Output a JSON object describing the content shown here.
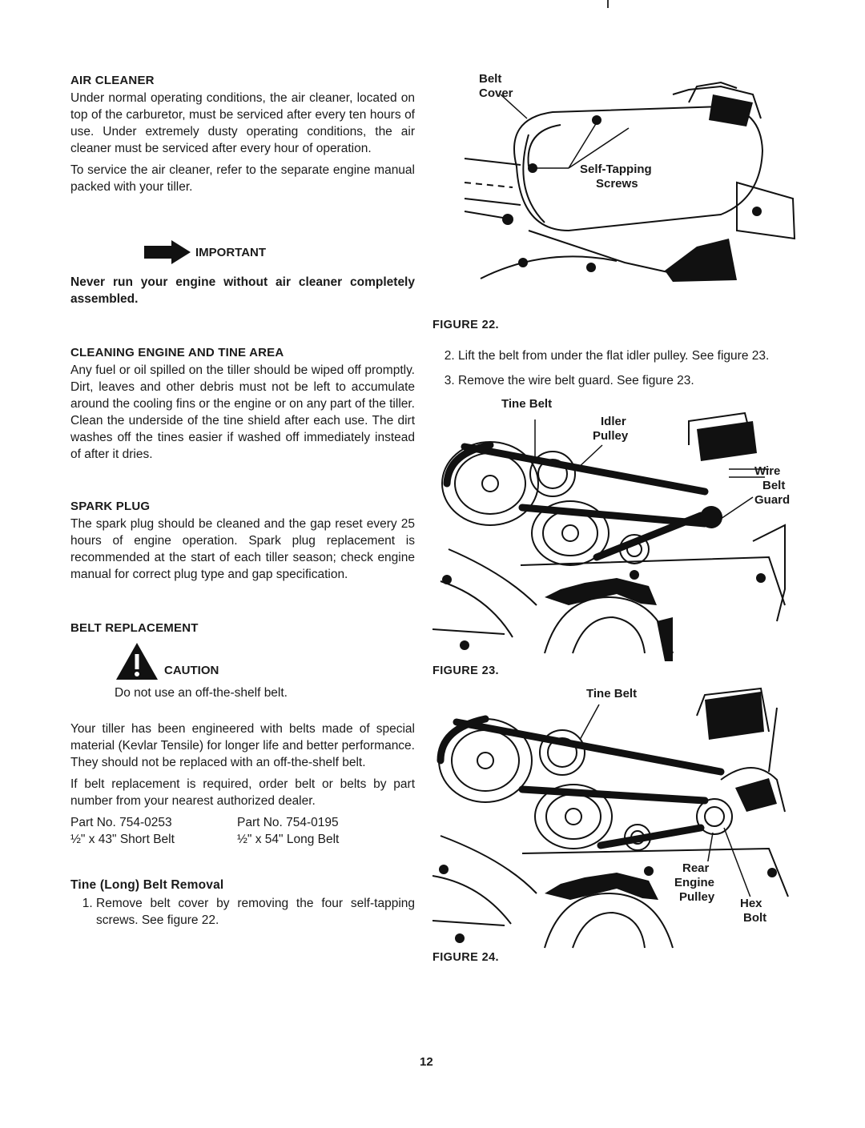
{
  "air_cleaner": {
    "heading": "AIR CLEANER",
    "p1": "Under normal operating conditions, the air cleaner, located on top of the carburetor, must be serviced after every ten hours of use. Under extremely dusty operating conditions, the air cleaner must be serviced after every hour of operation.",
    "p2": "To service the air cleaner, refer to the separate engine manual packed with your tiller."
  },
  "important": {
    "label": "IMPORTANT",
    "text": "Never run your engine without air cleaner completely assembled."
  },
  "cleaning": {
    "heading": "CLEANING ENGINE AND TINE AREA",
    "text": "Any fuel or oil spilled on the tiller should be wiped off promptly. Dirt, leaves and other debris must not be left to accumulate around the cooling fins or the engine or on any part of the tiller. Clean the underside of the tine shield after each use. The dirt washes off the tines easier if washed off immediately instead of after it dries."
  },
  "spark_plug": {
    "heading": "SPARK PLUG",
    "text": "The spark plug should be cleaned and the gap reset every 25 hours of engine operation. Spark plug replacement is recommended at the start of each tiller season; check engine manual for correct plug type and gap specification."
  },
  "belt_replacement": {
    "heading": "BELT REPLACEMENT",
    "caution_label": "CAUTION",
    "caution_text": "Do not use an off-the-shelf belt.",
    "p1": "Your tiller has been engineered with belts made of special material (Kevlar Tensile) for longer life and better performance. They should not be replaced with an off-the-shelf belt.",
    "p2": "If belt replacement is required, order belt or belts by part number from your nearest authorized dealer.",
    "parts": [
      {
        "part": "Part No. 754-0253",
        "desc": "½\" x 43\" Short Belt"
      },
      {
        "part": "Part No. 754-0195",
        "desc": "½\" x 54\" Long Belt"
      }
    ]
  },
  "tine_removal": {
    "heading": "Tine (Long) Belt Removal",
    "steps": [
      "Remove belt cover by removing the four self-tapping screws. See figure 22.",
      "Lift the belt from under the flat idler pulley. See figure 23.",
      "Remove the wire belt guard. See figure 23."
    ]
  },
  "figure22": {
    "label": "FIGURE 22.",
    "callout_belt_cover_1": "Belt",
    "callout_belt_cover_2": "Cover",
    "callout_screws_1": "Self-Tapping",
    "callout_screws_2": "Screws"
  },
  "figure23": {
    "label": "FIGURE 23.",
    "callout_tine_belt": "Tine Belt",
    "callout_idler_1": "Idler",
    "callout_idler_2": "Pulley",
    "callout_guard_1": "Wire",
    "callout_guard_2": "Belt",
    "callout_guard_3": "Guard"
  },
  "figure24": {
    "label": "FIGURE 24.",
    "callout_tine_belt": "Tine Belt",
    "callout_rear_1": "Rear",
    "callout_rear_2": "Engine",
    "callout_rear_3": "Pulley",
    "callout_hex_1": "Hex",
    "callout_hex_2": "Bolt"
  },
  "page_number": "12"
}
